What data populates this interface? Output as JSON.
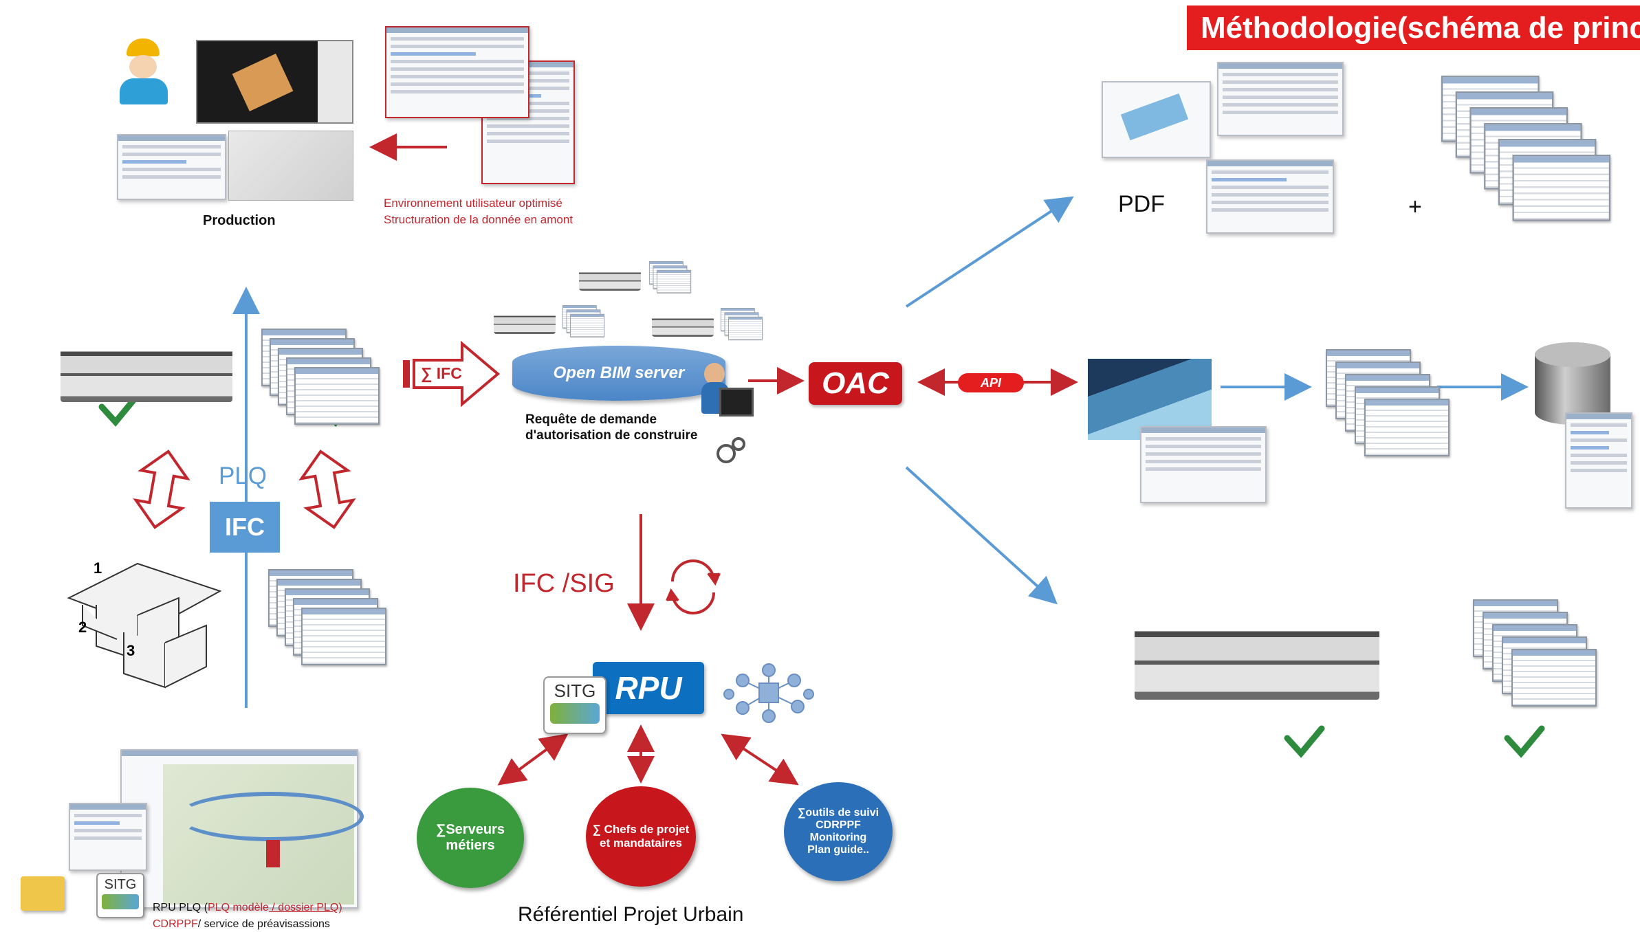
{
  "title": "Méthodologie(schéma de principe",
  "top_left": {
    "production_label": "Production",
    "env_line1": "Environnement utilisateur optimisé",
    "env_line2": "Structuration de la donnée en amont"
  },
  "plq_block": {
    "plq_label": "PLQ",
    "ifc_label": "IFC",
    "lot_numbers": [
      "1",
      "2",
      "3"
    ]
  },
  "center": {
    "sigma_ifc": "∑ IFC",
    "server_label": "Open BIM server",
    "request_line1": "Requête de demande",
    "request_line2": "d'autorisation de construire",
    "oac_label": "OAC",
    "api_label": "API",
    "ifc_sig": "IFC /SIG",
    "rpu_label": "RPU",
    "sitg_label": "SITG",
    "referentiel": "Référentiel Projet Urbain"
  },
  "circles": {
    "green": "∑Serveurs\nmétiers",
    "red": "∑ Chefs  de projet\net mandataires",
    "blue": "∑outils de suivi\nCDRPPF\nMonitoring\nPlan guide.."
  },
  "bottom_left": {
    "sitg_label": "SITG",
    "caption_prefix": "RPU PLQ (",
    "caption_red1": "PLQ modèle",
    "caption_red2": " / dossier PLQ)",
    "caption_line2_red": "CDRPPF",
    "caption_line2_rest": "/ service de préavisassions"
  },
  "right": {
    "pdf_label": "PDF",
    "plus": "+"
  },
  "colors": {
    "banner": "#e41e1e",
    "red_arrow": "#c1272d",
    "blue_arrow": "#5b9bd5",
    "ifc_box": "#5b9bd5",
    "oac_box": "#c8161d",
    "rpu_box": "#0d6fc0",
    "check": "#2e8b3e",
    "circle_green": "#3a9a3e",
    "circle_red": "#c8161d",
    "circle_blue": "#2a6fb8"
  }
}
